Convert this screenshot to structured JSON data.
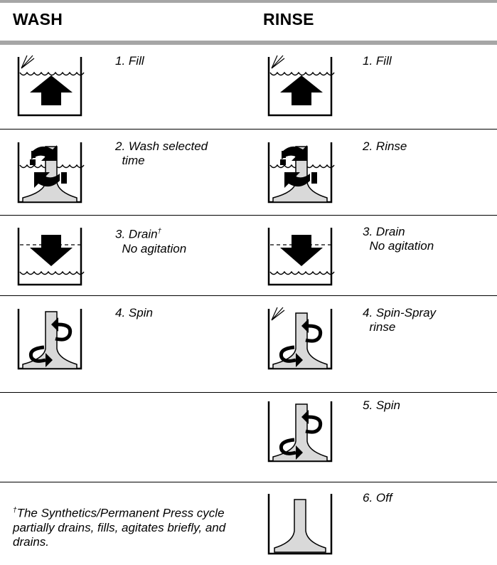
{
  "headers": {
    "wash": "WASH",
    "rinse": "RINSE"
  },
  "wash": {
    "steps": [
      {
        "num": "1.",
        "text": "Fill"
      },
      {
        "num": "2.",
        "text": "Wash selected\n  time"
      },
      {
        "num": "3.",
        "text": "Drain",
        "mark": "†",
        "extra": "\n  No agitation"
      },
      {
        "num": "4.",
        "text": "Spin"
      }
    ]
  },
  "rinse": {
    "steps": [
      {
        "num": "1.",
        "text": "Fill"
      },
      {
        "num": "2.",
        "text": "Rinse"
      },
      {
        "num": "3.",
        "text": "Drain\n  No agitation"
      },
      {
        "num": "4.",
        "text": "Spin-Spray\n  rinse"
      },
      {
        "num": "5.",
        "text": "Spin"
      },
      {
        "num": "6.",
        "text": "Off"
      }
    ]
  },
  "footnote": {
    "mark": "†",
    "text": "The Synthetics/Permanent Press cycle partially drains, fills, agitates briefly, and drains."
  },
  "icons": {
    "wash": [
      "fill-icon",
      "wash-agitate-icon",
      "drain-icon",
      "spin-icon"
    ],
    "rinse": [
      "fill-icon",
      "rinse-agitate-icon",
      "drain-icon",
      "spin-spray-icon",
      "spin-icon",
      "off-icon"
    ]
  }
}
